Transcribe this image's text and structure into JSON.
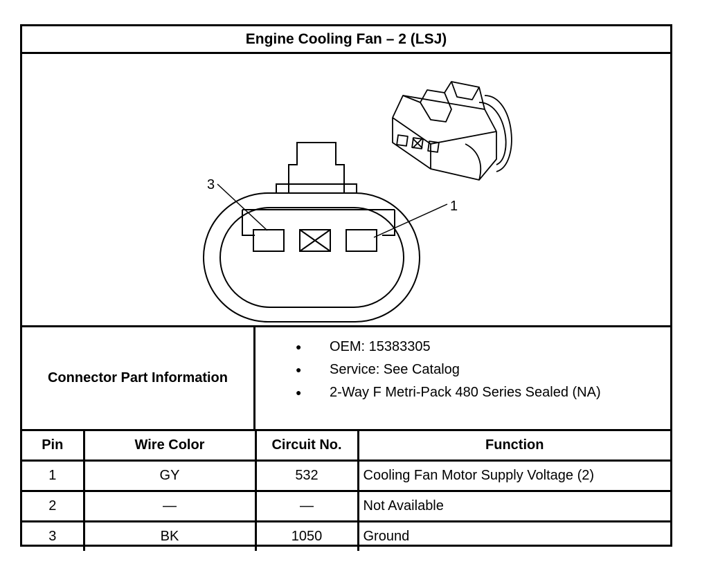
{
  "title": "Engine Cooling Fan – 2 (LSJ)",
  "diagram": {
    "callouts": [
      "3",
      "1"
    ]
  },
  "connector_info": {
    "label": "Connector Part Information",
    "items": [
      "OEM: 15383305",
      "Service: See Catalog",
      "2-Way F Metri-Pack 480 Series Sealed (NA)"
    ]
  },
  "pin_table": {
    "headers": [
      "Pin",
      "Wire Color",
      "Circuit No.",
      "Function"
    ],
    "rows": [
      [
        "1",
        "GY",
        "532",
        "Cooling Fan Motor Supply Voltage (2)"
      ],
      [
        "2",
        "—",
        "—",
        "Not Available"
      ],
      [
        "3",
        "BK",
        "1050",
        "Ground"
      ]
    ]
  }
}
